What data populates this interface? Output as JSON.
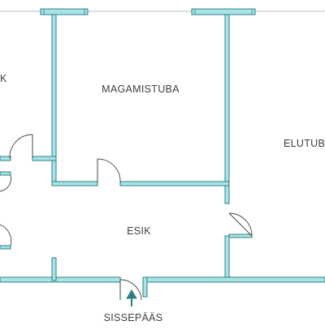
{
  "rooms": {
    "left_partial": "K",
    "bedroom": "MAGAMISTUBA",
    "living_partial": "ELUTUB",
    "hall": "ESIK"
  },
  "entrance": {
    "label": "SISSEPÄÄS"
  },
  "colors": {
    "wall_fill": "#a8e4e6",
    "wall_stroke": "#2f7f86",
    "text": "#3a3f45",
    "background": "#ffffff"
  }
}
